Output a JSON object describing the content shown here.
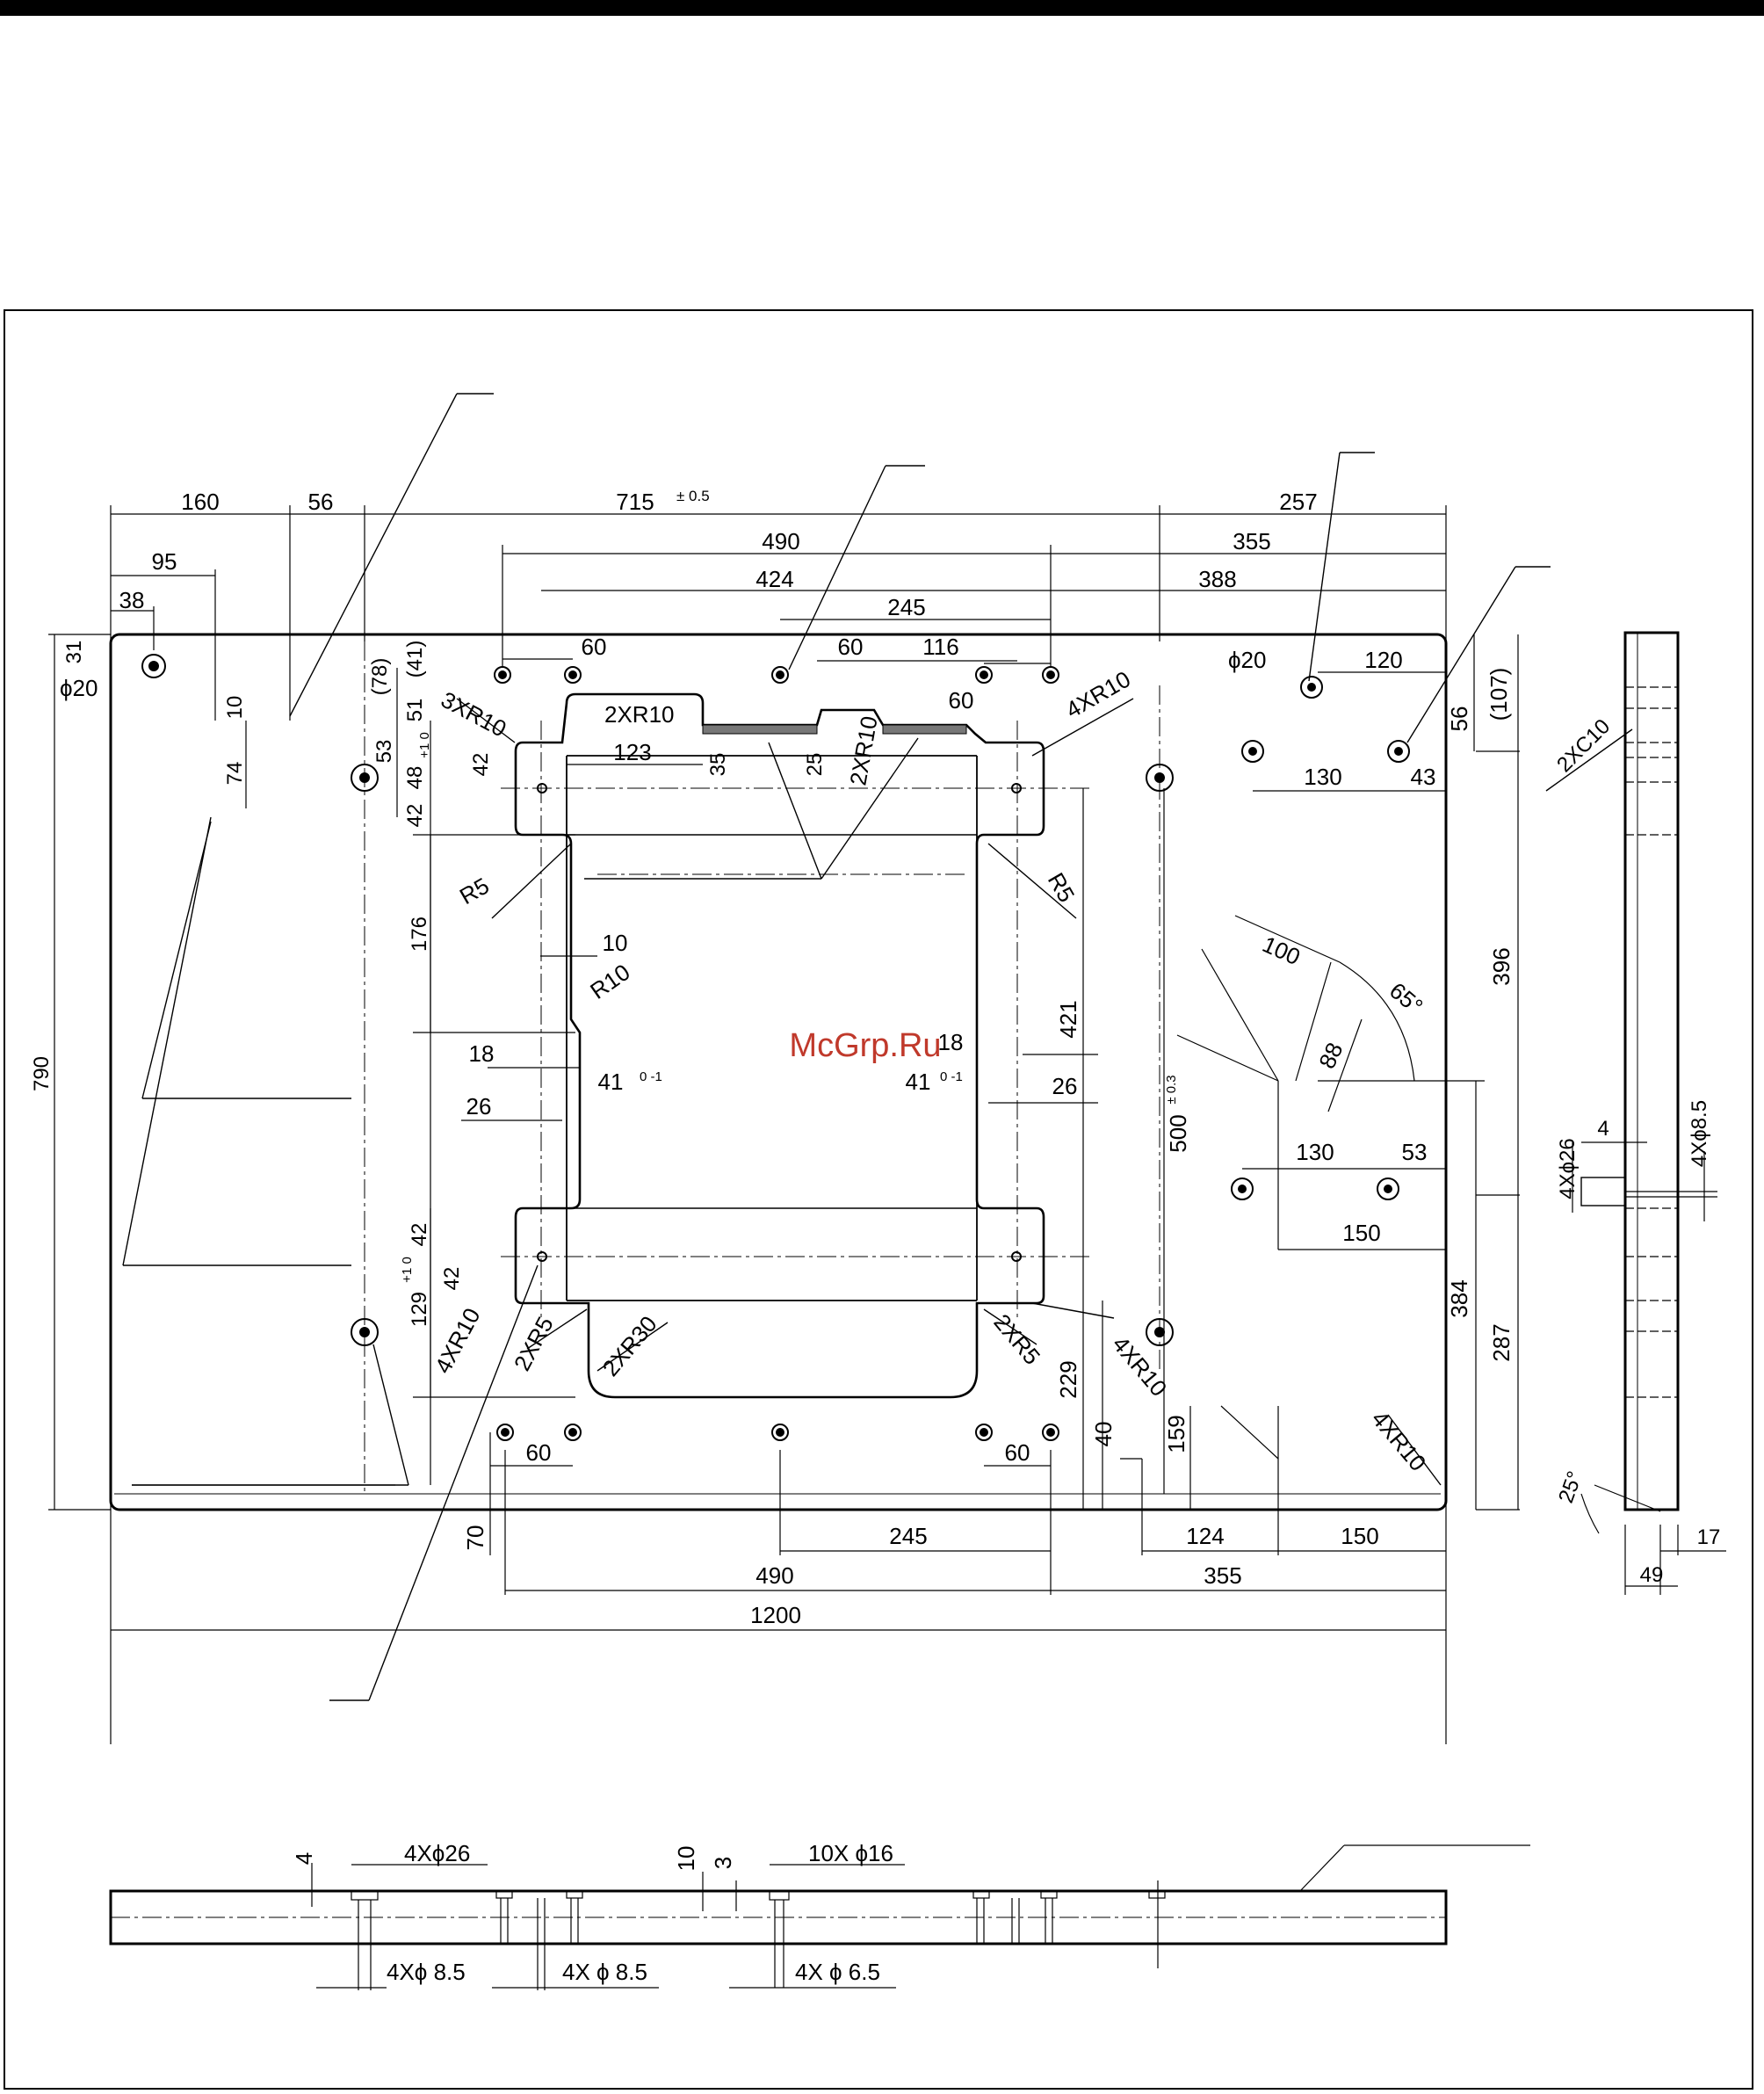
{
  "watermark": "McGrp.Ru",
  "plan_view": {
    "dims_top": {
      "d160": "160",
      "d56": "56",
      "d715": "715",
      "d715_tol": "± 0.5",
      "d257": "257",
      "d95": "95",
      "d38": "38",
      "d490": "490",
      "d355": "355",
      "d424": "424",
      "d388": "388",
      "d245": "245",
      "d60a": "60",
      "d60b": "60",
      "d116": "116",
      "d60c": "60",
      "d120": "120",
      "d130": "130",
      "d43": "43",
      "d123": "123"
    },
    "callouts": {
      "phi20_left": "ϕ20",
      "phi20_right": "ϕ20",
      "r3x10": "3XR10",
      "r2x10_top": "2XR10",
      "r2x10_mid": "2XR10",
      "r4x10_tr": "4XR10",
      "r4x10_bl": "4XR10",
      "r2x5_l": "2XR5",
      "r2x30": "2XR30",
      "r2x5_r": "2XR5",
      "r4x10_br": "4XR10",
      "r4x10_corner": "4XR10",
      "r5_l": "R5",
      "r5_r": "R5",
      "r10": "R10"
    },
    "dims_left": {
      "d31": "31",
      "d790": "790",
      "d10": "10",
      "d74": "74",
      "d78": "(78)",
      "d41p": "(41)",
      "d51": "51",
      "d53": "53",
      "d48": "48",
      "d48_tol": "+1 0",
      "d42a": "42",
      "d42b": "42",
      "d176": "176",
      "d42c": "42",
      "d42d": "42",
      "d129": "129",
      "d129_tol": "+1 0",
      "d35": "35",
      "d25": "25"
    },
    "dims_inner": {
      "d10": "10",
      "d18": "18",
      "d26a": "26",
      "d41l": "41",
      "d41l_tol": "0 -1",
      "d41r": "41",
      "d41r_tol": "0 -1",
      "d18r": "18",
      "d26b": "26",
      "d421": "421",
      "d500": "500",
      "d500_tol": "± 0.3",
      "d100": "100",
      "d88": "88",
      "d65": "65°",
      "d130b": "130",
      "d53b": "53",
      "d150a": "150"
    },
    "dims_right": {
      "d107": "(107)",
      "d56": "56",
      "d396": "396",
      "d384": "384",
      "d287": "287"
    },
    "dims_bottom": {
      "d60l": "60",
      "d60r": "60",
      "d40": "40",
      "d159": "159",
      "d229": "229",
      "d70": "70",
      "d245": "245",
      "d124": "124",
      "d150": "150",
      "d490": "490",
      "d355": "355",
      "d1200": "1200"
    }
  },
  "side_view": {
    "c10": "2XC10",
    "phi26": "4Xϕ26",
    "d4": "4",
    "phi85": "4Xϕ8.5",
    "a25": "25°",
    "d17": "17",
    "d49": "49"
  },
  "section_view": {
    "d4": "4",
    "phi26": "4Xϕ26",
    "d10": "10",
    "d3": "3",
    "phi16": "10X ϕ16",
    "phi85a": "4Xϕ 8.5",
    "phi85b": "4X ϕ 8.5",
    "phi65": "4X ϕ 6.5"
  }
}
